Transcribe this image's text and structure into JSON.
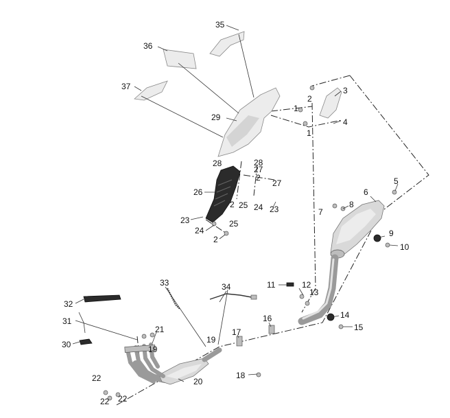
{
  "callouts": {
    "c1a": "1",
    "c1b": "1",
    "c2a": "2",
    "c2b": "2",
    "c2c": "2",
    "c2d": "2",
    "c3": "3",
    "c4": "4",
    "c5": "5",
    "c6": "6",
    "c7": "7",
    "c8": "8",
    "c9": "9",
    "c10": "10",
    "c11": "11",
    "c12": "12",
    "c13": "13",
    "c14": "14",
    "c15": "15",
    "c16": "16",
    "c17": "17",
    "c18": "18",
    "c19a": "19",
    "c19b": "19",
    "c20": "20",
    "c21": "21",
    "c22a": "22",
    "c22b": "22",
    "c22c": "22",
    "c23a": "23",
    "c23b": "23",
    "c24a": "24",
    "c24b": "24",
    "c25a": "25",
    "c25b": "25",
    "c26": "26",
    "c27a": "27",
    "c27b": "27",
    "c28a": "28",
    "c28b": "28",
    "c29": "29",
    "c30": "30",
    "c31": "31",
    "c32": "32",
    "c33": "33",
    "c34": "34",
    "c35": "35",
    "c36": "36",
    "c37": "37"
  }
}
